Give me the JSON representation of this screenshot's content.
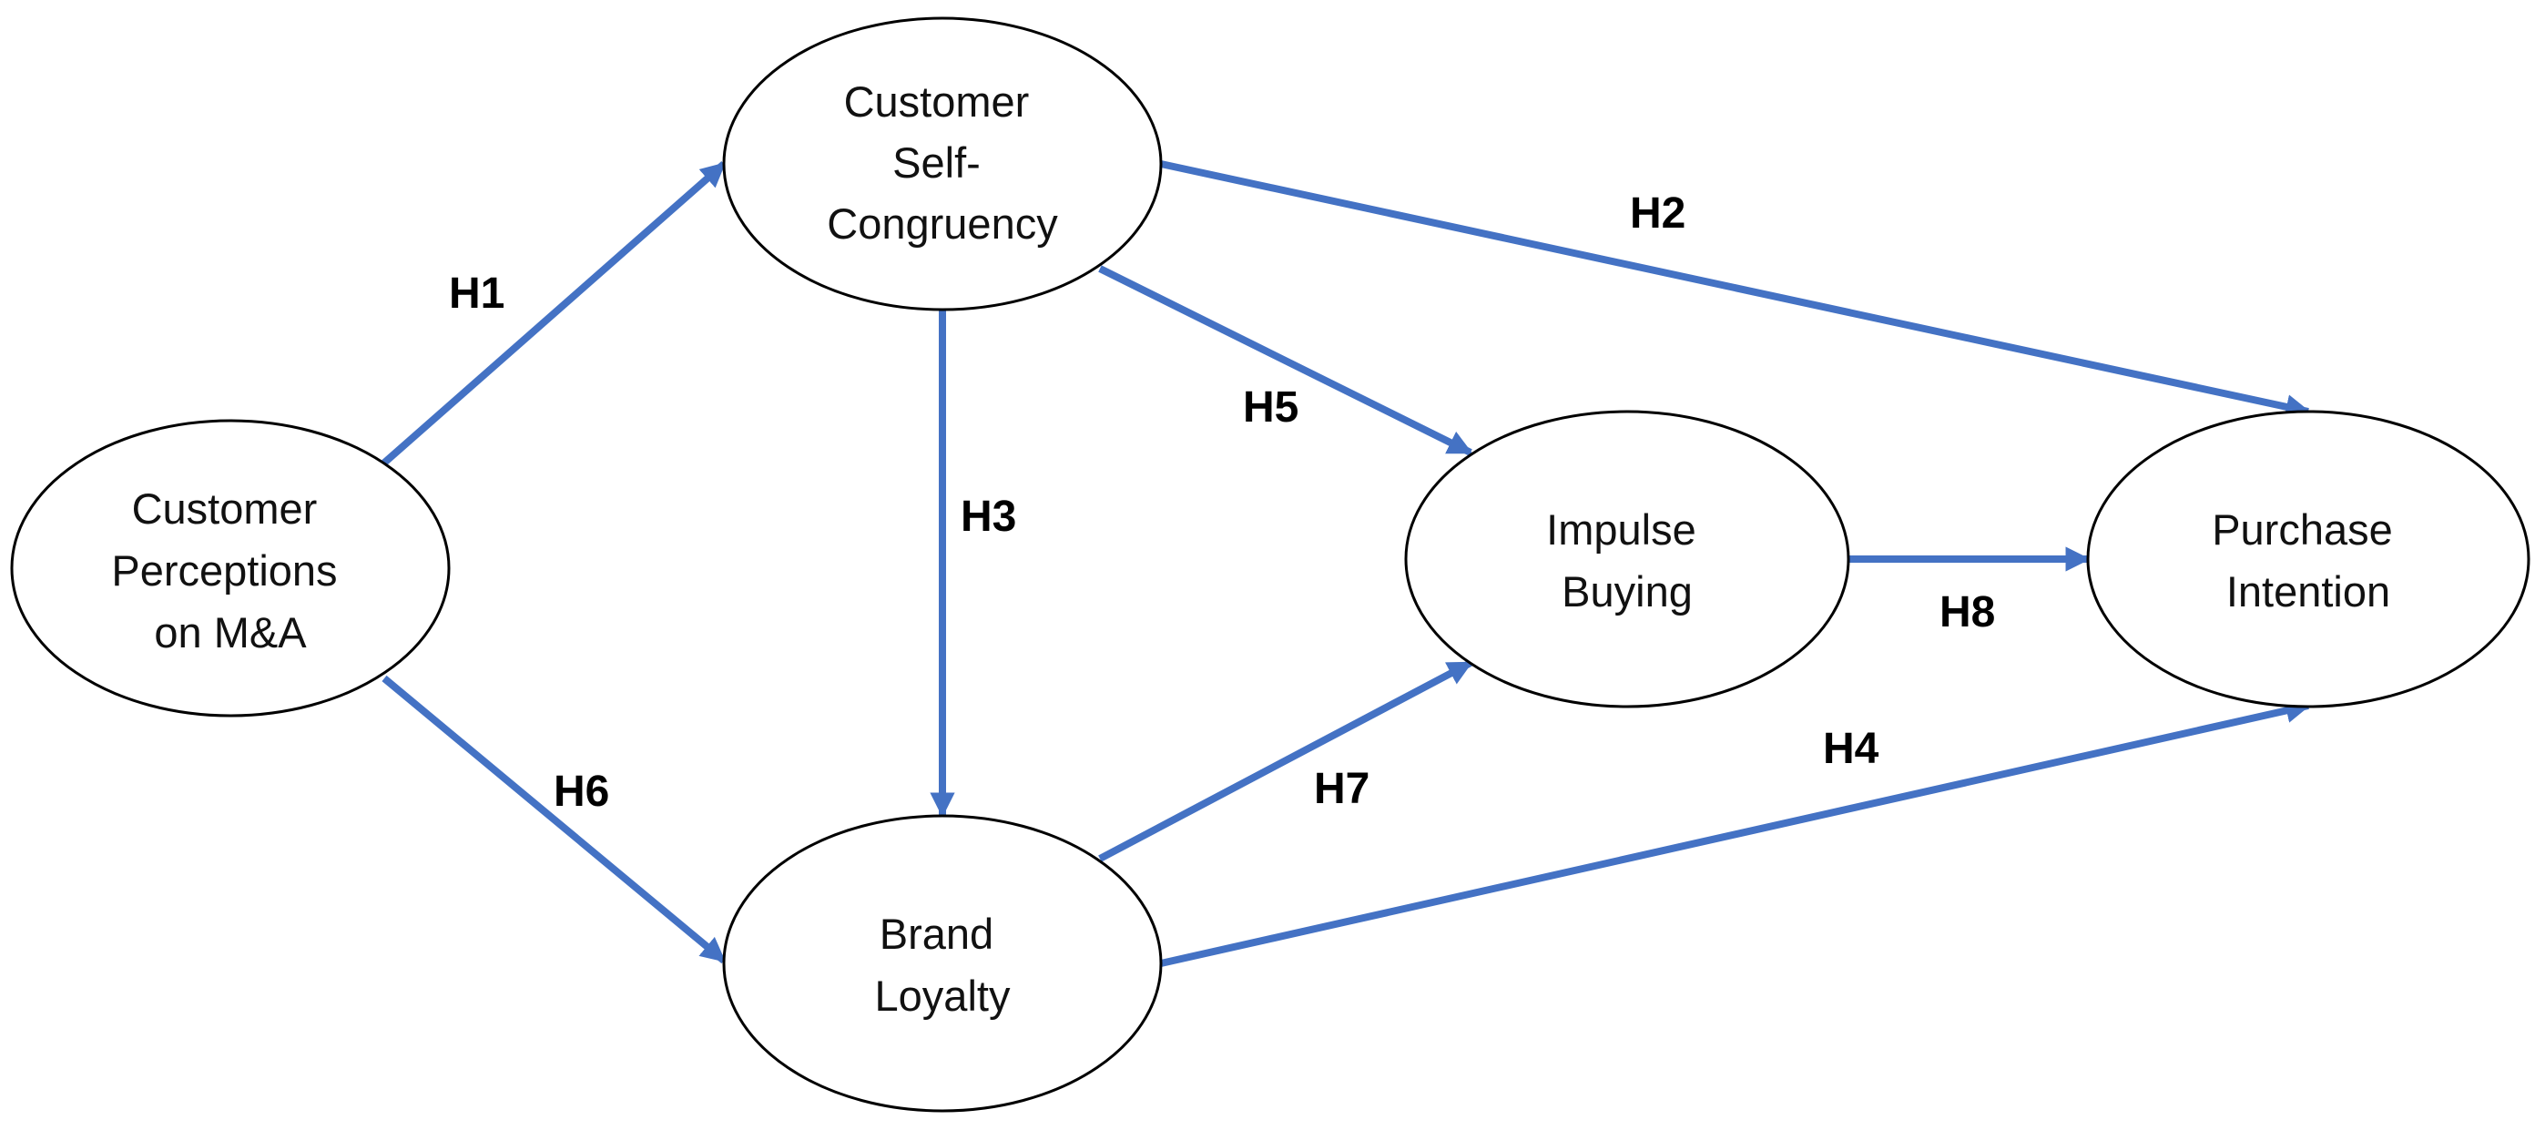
{
  "diagram": {
    "edge_color": "#4472C4",
    "nodes": [
      {
        "id": "cpma",
        "lines": [
          "Customer",
          "Perceptions",
          "on M&A"
        ]
      },
      {
        "id": "csc",
        "lines": [
          "Customer",
          "Self-",
          "Congruency"
        ]
      },
      {
        "id": "bl",
        "lines": [
          "Brand",
          "Loyalty"
        ]
      },
      {
        "id": "ib",
        "lines": [
          "Impulse",
          "Buying"
        ]
      },
      {
        "id": "pi",
        "lines": [
          "Purchase",
          "Intention"
        ]
      }
    ],
    "edges": [
      {
        "id": "h1",
        "label": "H1",
        "from": "cpma",
        "to": "csc"
      },
      {
        "id": "h2",
        "label": "H2",
        "from": "csc",
        "to": "pi"
      },
      {
        "id": "h3",
        "label": "H3",
        "from": "csc",
        "to": "bl"
      },
      {
        "id": "h4",
        "label": "H4",
        "from": "bl",
        "to": "pi"
      },
      {
        "id": "h5",
        "label": "H5",
        "from": "csc",
        "to": "ib"
      },
      {
        "id": "h6",
        "label": "H6",
        "from": "cpma",
        "to": "bl"
      },
      {
        "id": "h7",
        "label": "H7",
        "from": "bl",
        "to": "ib"
      },
      {
        "id": "h8",
        "label": "H8",
        "from": "ib",
        "to": "pi"
      }
    ]
  }
}
